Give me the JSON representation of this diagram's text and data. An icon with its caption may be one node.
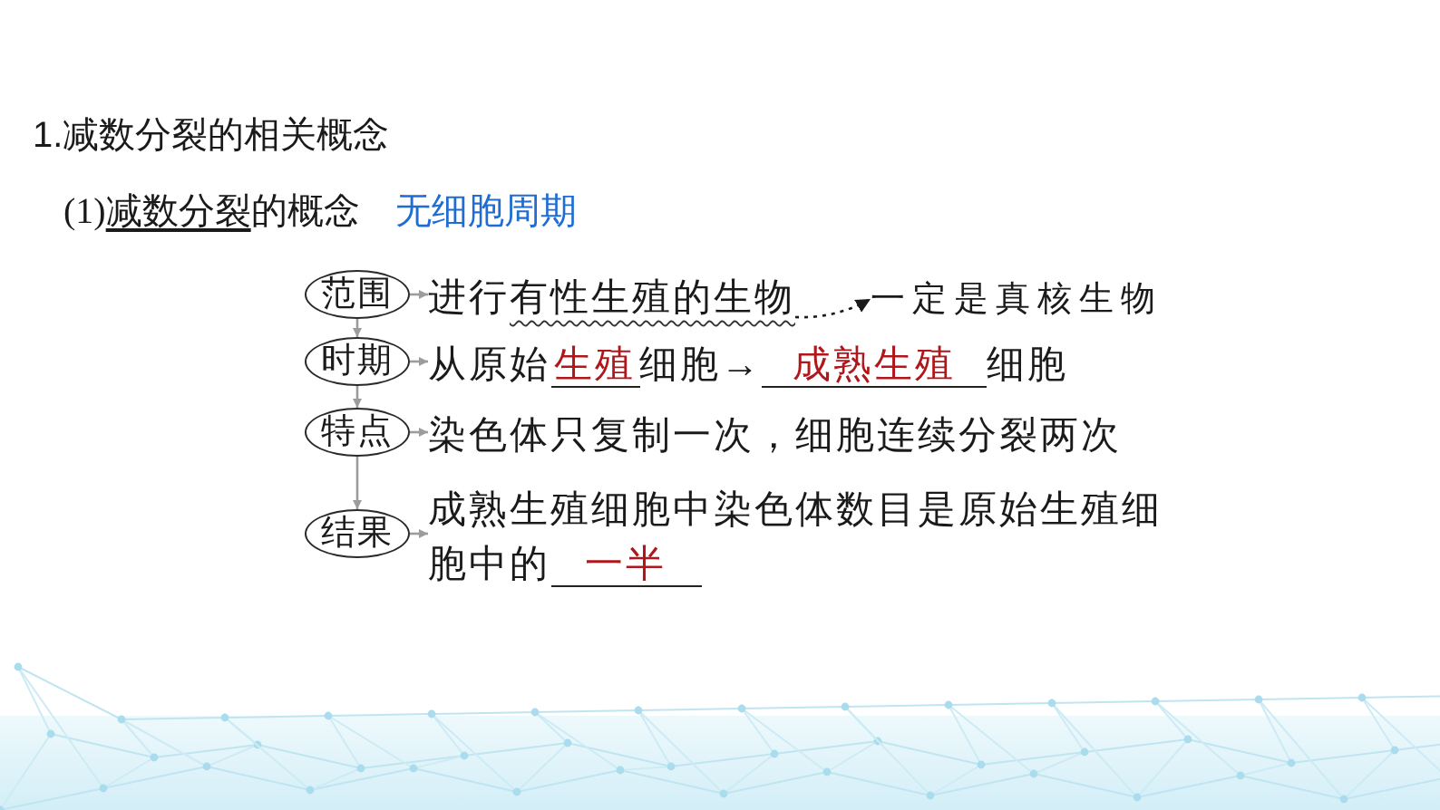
{
  "diagram": {
    "title": "1.减数分裂的相关概念",
    "nodes": [
      {
        "text": [
          "范围"
        ]
      },
      {
        "text": [
          "进行",
          "有性生殖的生物"
        ]
      },
      {
        "text": [
          "一定是真核生物"
        ]
      },
      {
        "text": [
          "时期"
        ]
      },
      {
        "text": [
          "从原始",
          "生殖",
          "细胞→",
          "成熟生殖",
          "细胞"
        ]
      },
      {
        "text": [
          "特点"
        ]
      },
      {
        "text": [
          "染色体只复制一次，细胞连续分裂两次"
        ]
      },
      {
        "text": [
          "结果"
        ]
      },
      {
        "text": [
          "成熟生殖细胞中染色体数目是原始生殖细胞中的",
          "一半"
        ]
      }
    ],
    "edges": [
      {
        "from": 0,
        "to": 1,
        "arrow": "to"
      },
      {
        "from": 1,
        "to": 2,
        "arrow": "to",
        "style": "dashed",
        "color": "#1a1a1a"
      },
      {
        "from": 0,
        "to": 3,
        "arrow": "to"
      },
      {
        "from": 3,
        "to": 4,
        "arrow": "to"
      },
      {
        "from": 3,
        "to": 5,
        "arrow": "to"
      },
      {
        "from": 5,
        "to": 6,
        "arrow": "to"
      },
      {
        "from": 5,
        "to": 7,
        "arrow": "to"
      },
      {
        "from": 7,
        "to": 8,
        "arrow": "to"
      }
    ],
    "labels": [
      "(1)",
      "减数分裂",
      "的概念",
      "无细胞周期"
    ]
  }
}
